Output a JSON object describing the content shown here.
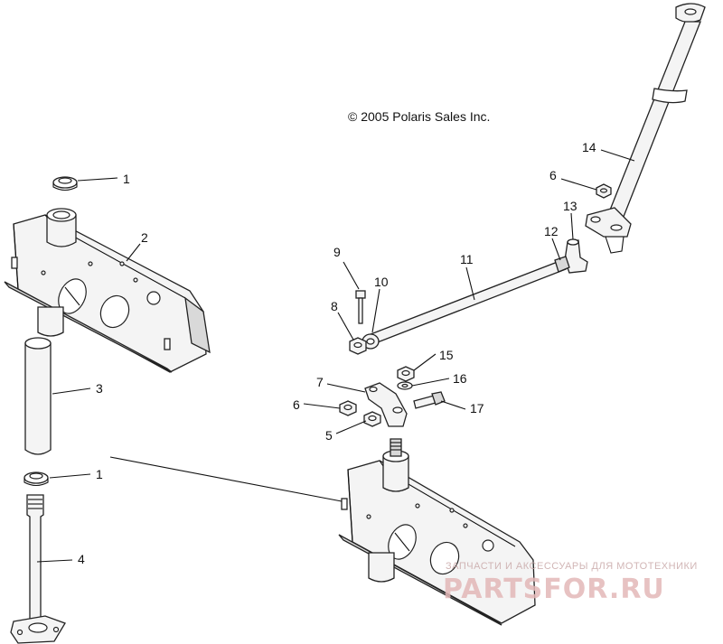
{
  "copyright": "© 2005 Polaris Sales Inc.",
  "callouts": [
    "1",
    "2",
    "3",
    "1",
    "4",
    "9",
    "10",
    "8",
    "11",
    "12",
    "13",
    "14",
    "6",
    "7",
    "15",
    "16",
    "6",
    "17",
    "5"
  ],
  "watermark": {
    "tagline": "ЗАПЧАСТИ И АКСЕССУАРЫ ДЛЯ МОТОТЕХНИКИ",
    "logo": "PARTSFOR.RU"
  }
}
